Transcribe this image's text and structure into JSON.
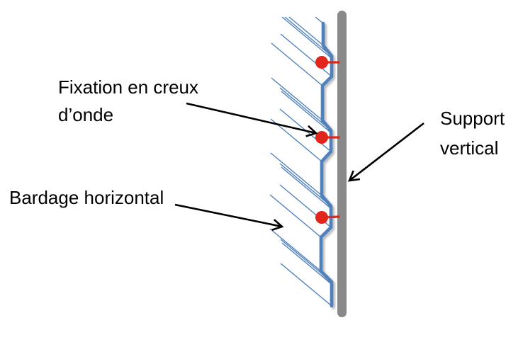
{
  "diagram": {
    "background": "#ffffff",
    "colors": {
      "cladding_blue": "#4F81BD",
      "fixing_red": "#E1251B",
      "support_gray": "#898989",
      "arrow_black": "#000000",
      "text_black": "#000000"
    },
    "labels": {
      "fixation": {
        "line1": "Fixation en creux",
        "line2": "d’onde"
      },
      "bardage": {
        "text": "Bardage horizontal"
      },
      "support": {
        "line1": "Support",
        "line2": "vertical"
      }
    },
    "fixings_count": 3
  }
}
